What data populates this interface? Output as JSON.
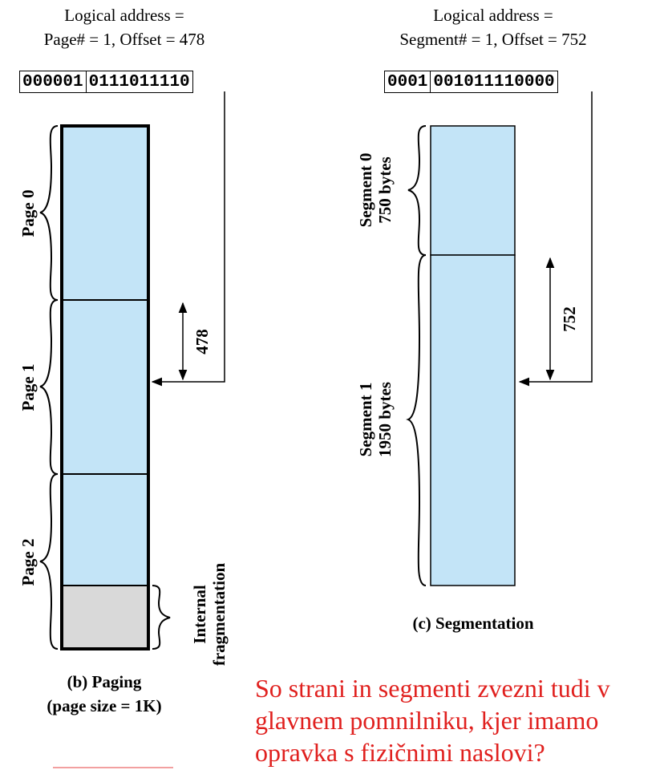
{
  "paging": {
    "header_line1": "Logical address =",
    "header_line2": "Page# = 1, Offset = 478",
    "address_page_bits": "000001",
    "address_offset_bits": "0111011110",
    "page_labels": [
      "Page 0",
      "Page 1",
      "Page 2"
    ],
    "offset_value": "478",
    "fragmentation_line1": "Internal",
    "fragmentation_line2": "fragmentation",
    "caption_line1": "(b) Paging",
    "caption_line2": "(page size = 1K)"
  },
  "segmentation": {
    "header_line1": "Logical address =",
    "header_line2": "Segment# = 1, Offset = 752",
    "address_segment_bits": "0001",
    "address_offset_bits": "001011110000",
    "segment0_line1": "Segment 0",
    "segment0_line2": "750 bytes",
    "segment1_line1": "Segment 1",
    "segment1_line2": "1950 bytes",
    "offset_value": "752",
    "caption": "(c) Segmentation"
  },
  "note": {
    "line1": "So strani in segmenti zvezni tudi v",
    "line2": "glavnem pomnilniku, kjer imamo",
    "line3": "opravka s fizičnimi naslovi?"
  },
  "colors": {
    "memory_fill": "#c3e4f7",
    "fragment_fill": "#d9d9d9",
    "note_text": "#e0201e"
  }
}
